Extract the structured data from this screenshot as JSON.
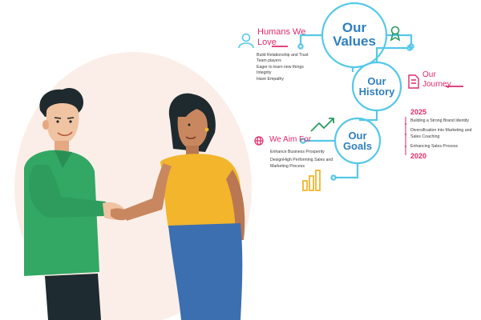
{
  "colors": {
    "accent_blue": "#2e7fbf",
    "ring_cyan": "#55c8e8",
    "pink": "#e0296b",
    "bg_blob": "#fbeee8",
    "green_shirt": "#33a764",
    "yellow_shirt": "#f2b52c",
    "jeans": "#3c6fb0"
  },
  "circles": {
    "values": "Our\nValues",
    "history": "Our\nHistory",
    "goals": "Our\nGoals"
  },
  "humans": {
    "heading": "Humans We\nLove",
    "icon": "person-icon",
    "items": [
      "Build Relationship and Trust",
      "Team players",
      "Eager to learn new things",
      "Integrity",
      "Have Empathy"
    ]
  },
  "journey": {
    "heading": "Our\nJourney",
    "icon": "document-icon",
    "year_start": "2025",
    "year_end": "2020",
    "items": [
      "Building a Strong Brand Identity",
      "Diversification into Marketing and Sales Coaching",
      "Enhancing Sales Process"
    ]
  },
  "aim": {
    "heading": "We Aim For",
    "icon": "globe-icon",
    "items": [
      "Enhance Business Prosperity",
      "DesignHigh Performing Sales and Marketing Process"
    ]
  },
  "icons": {
    "award": "award-icon",
    "trend": "trend-arrow-icon",
    "bars": "bar-chart-icon"
  }
}
